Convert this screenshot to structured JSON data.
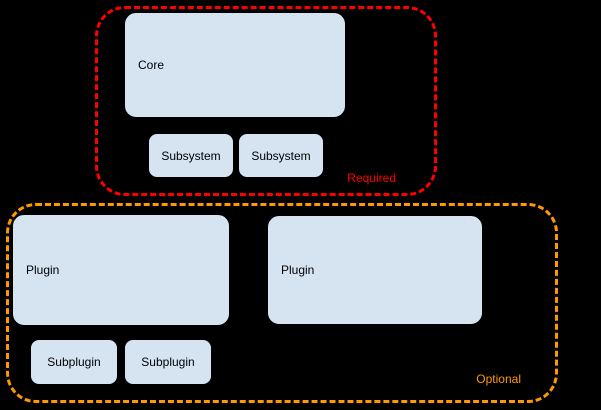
{
  "diagram": {
    "groups": {
      "required": {
        "label": "Required",
        "border_color": "#ff0000",
        "label_color": "#ff0000"
      },
      "optional": {
        "label": "Optional",
        "border_color": "#ff9900",
        "label_color": "#ff9900"
      }
    },
    "nodes": {
      "core": {
        "label": "Core"
      },
      "subsystem_1": {
        "label": "Subsystem"
      },
      "subsystem_2": {
        "label": "Subsystem"
      },
      "plugin_1": {
        "label": "Plugin"
      },
      "plugin_2": {
        "label": "Plugin"
      },
      "subplugin_1": {
        "label": "Subplugin"
      },
      "subplugin_2": {
        "label": "Subplugin"
      }
    },
    "colors": {
      "background": "#000000",
      "node_fill": "#d6e4f2",
      "node_border": "#000000"
    }
  }
}
